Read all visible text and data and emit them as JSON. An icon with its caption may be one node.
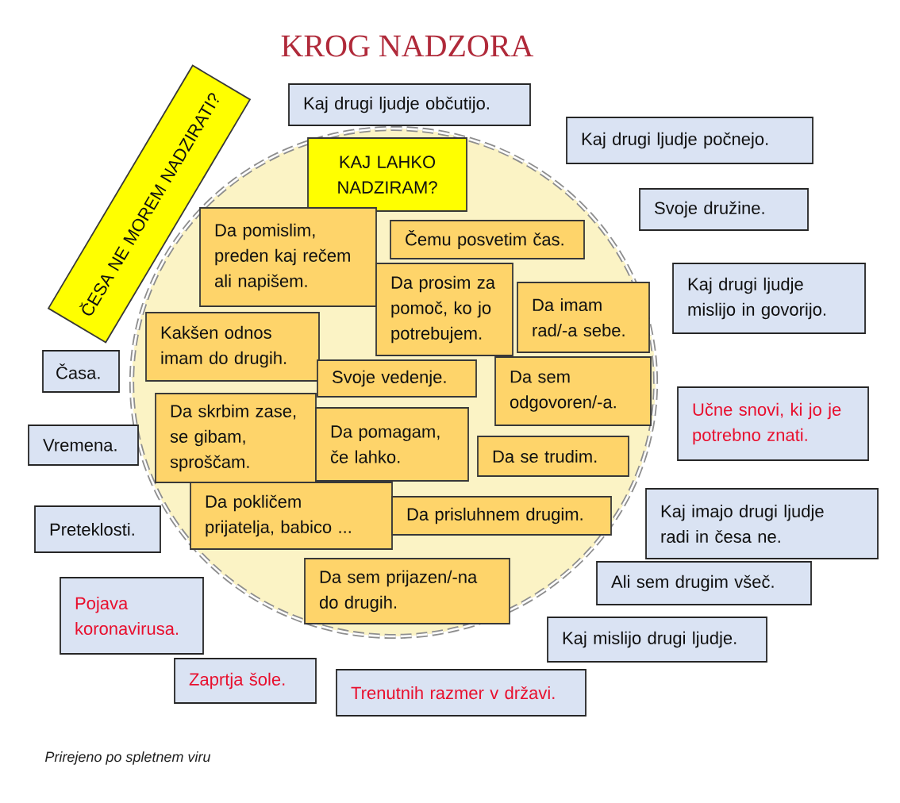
{
  "diagram": {
    "title": "KROG NADZORA",
    "caption": "Prirejeno po spletnem viru",
    "nodes": [
      {
        "text": [
          "ČESA NE MOREM NADZIRATI?"
        ]
      },
      {
        "text": [
          "KAJ LAHKO NADZIRAM?"
        ]
      },
      {
        "text": [
          "Da pomislim, preden kaj rečem ali napišem."
        ]
      },
      {
        "text": [
          "Čemu posvetim čas."
        ]
      },
      {
        "text": [
          "Da prosim za pomoč, ko jo potrebujem."
        ]
      },
      {
        "text": [
          "Da imam rad/-a sebe."
        ]
      },
      {
        "text": [
          "Kakšen odnos imam do drugih."
        ]
      },
      {
        "text": [
          "Svoje vedenje."
        ]
      },
      {
        "text": [
          "Da sem odgovoren/-a."
        ]
      },
      {
        "text": [
          "Da skrbim zase, se gibam, sproščam."
        ]
      },
      {
        "text": [
          "Da pomagam, če lahko."
        ]
      },
      {
        "text": [
          "Da se trudim."
        ]
      },
      {
        "text": [
          "Da pokličem prijatelja, babico ..."
        ]
      },
      {
        "text": [
          "Da prisluhnem drugim."
        ]
      },
      {
        "text": [
          "Da sem prijazen/-na do drugih."
        ]
      },
      {
        "text": [
          "Kaj drugi ljudje občutijo."
        ]
      },
      {
        "text": [
          "Kaj drugi ljudje počnejo."
        ]
      },
      {
        "text": [
          "Svoje družine."
        ]
      },
      {
        "text": [
          "Kaj drugi ljudje mislijo in govorijo."
        ]
      },
      {
        "text": [
          "Časa."
        ]
      },
      {
        "text": [
          "Učne snovi, ki jo je potrebno znati."
        ]
      },
      {
        "text": [
          "Vremena."
        ]
      },
      {
        "text": [
          "Kaj imajo drugi ljudje radi in česa ne."
        ]
      },
      {
        "text": [
          "Preteklosti."
        ]
      },
      {
        "text": [
          "Ali sem drugim všeč."
        ]
      },
      {
        "text": [
          "Pojava koronavirusa."
        ]
      },
      {
        "text": [
          "Kaj mislijo drugi ljudje."
        ]
      },
      {
        "text": [
          "Zaprtja šole."
        ]
      },
      {
        "text": [
          "Trenutnih razmer v državi."
        ]
      }
    ]
  }
}
